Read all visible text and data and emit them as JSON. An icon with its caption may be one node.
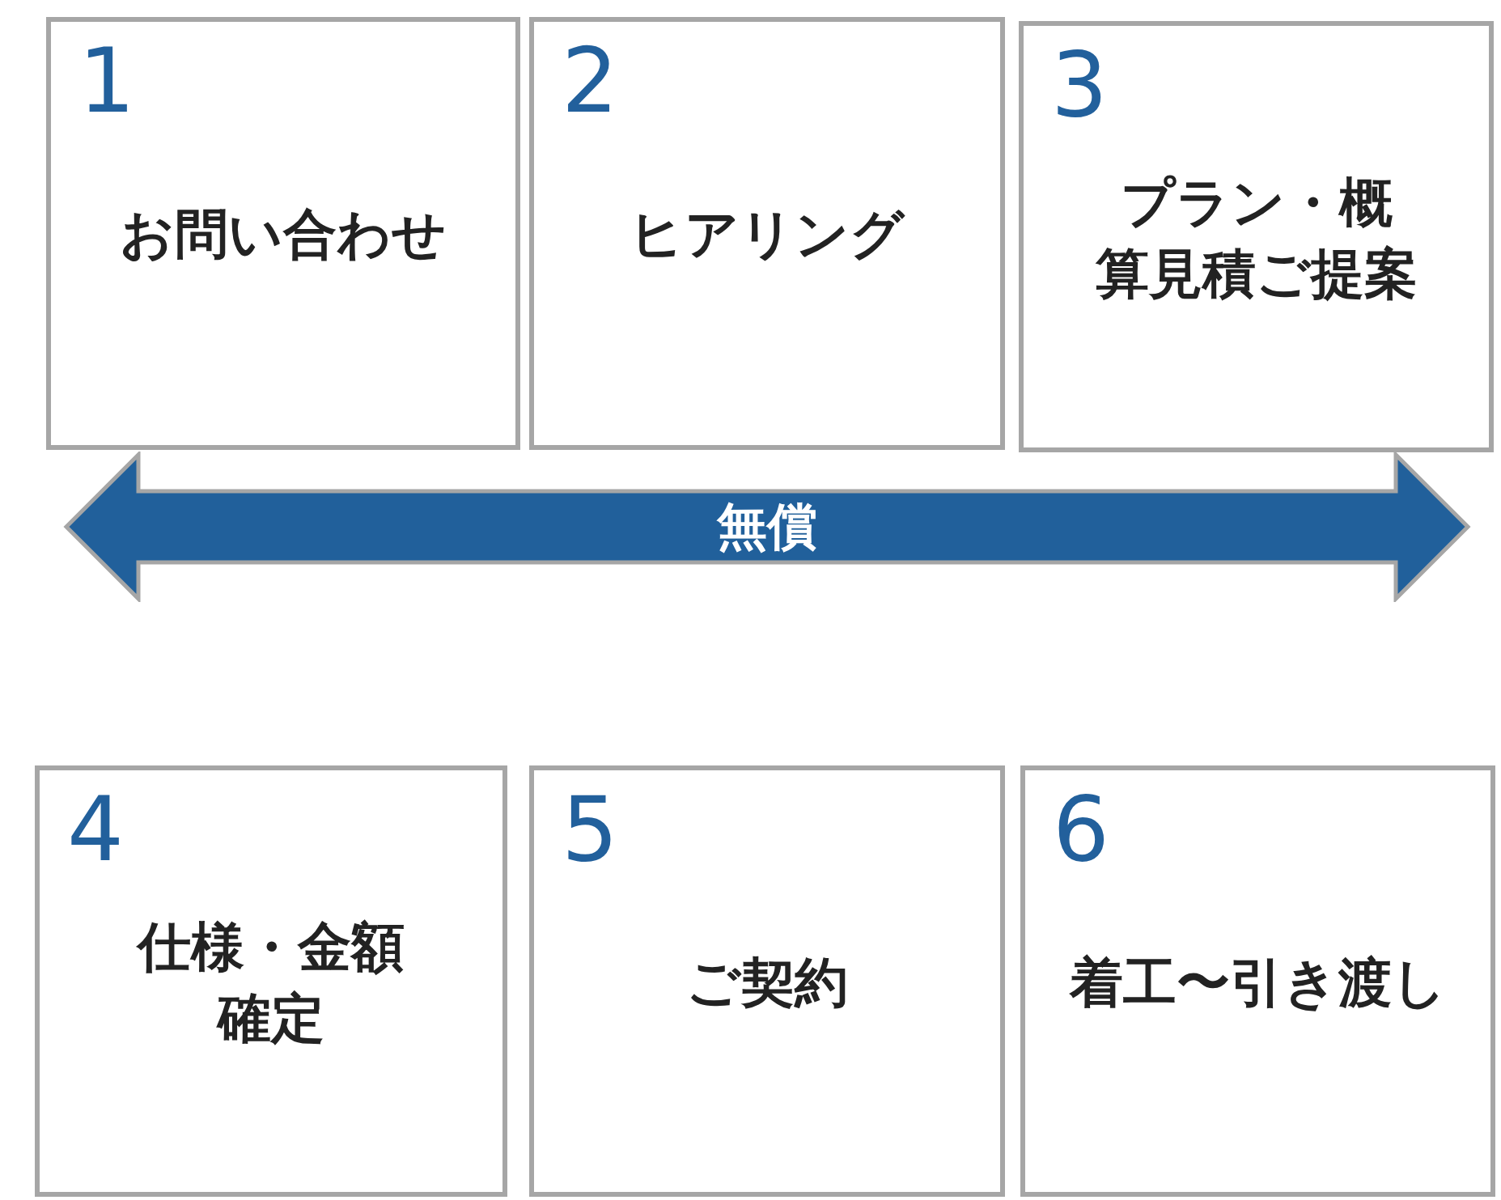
{
  "diagram": {
    "nodes": [
      {
        "text": [
          "1",
          "お問い合わせ"
        ]
      },
      {
        "text": [
          "2",
          "ヒアリング"
        ]
      },
      {
        "text": [
          "3",
          "プラン・概算見積ご提案"
        ]
      },
      {
        "text": [
          "4",
          "仕様・金額確定"
        ]
      },
      {
        "text": [
          "5",
          "ご契約"
        ]
      },
      {
        "text": [
          "6",
          "着工〜引き渡し"
        ]
      },
      {
        "text": [
          "無償"
        ]
      }
    ]
  }
}
